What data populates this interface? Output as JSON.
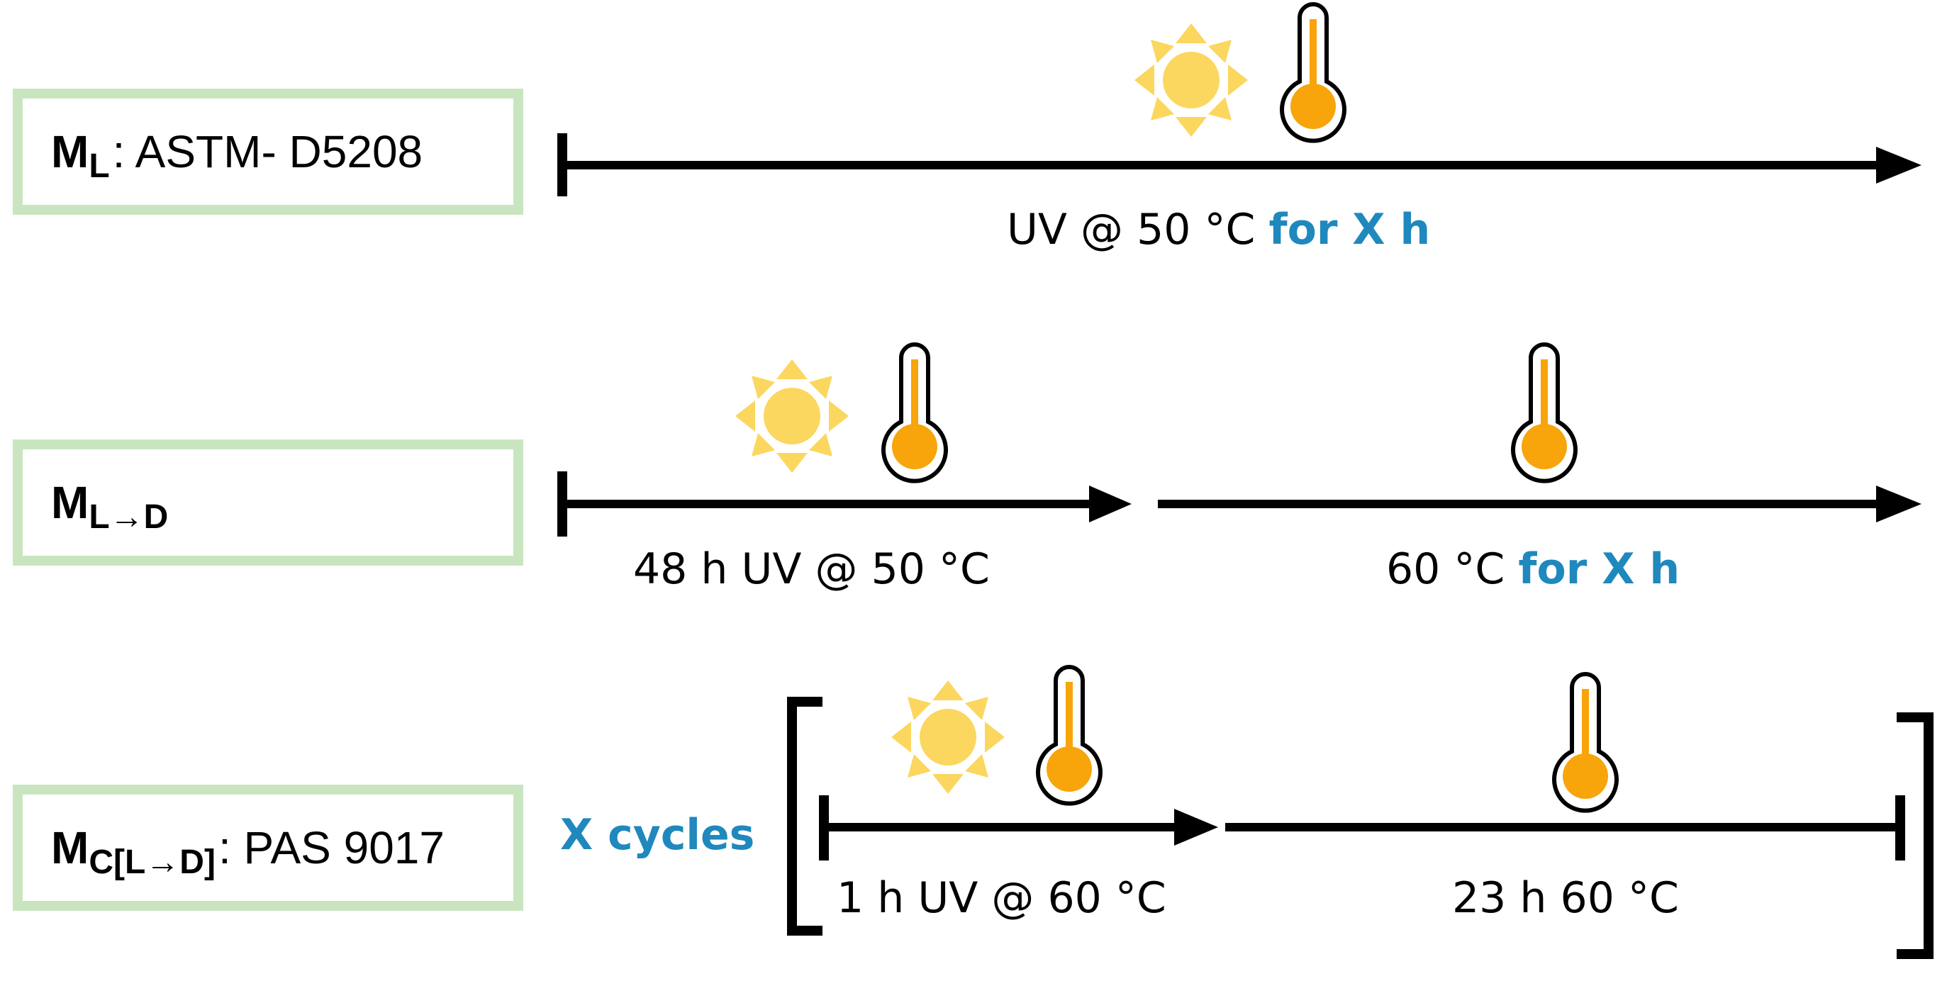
{
  "colors": {
    "box_border": "#c9e5c0",
    "line": "#000000",
    "accent": "#1f88bd",
    "sun": "#fbd75f",
    "thermo_fill": "#f7a50a"
  },
  "icons": [
    "sun-icon",
    "thermometer-icon"
  ],
  "rows": [
    {
      "method_symbol": "M",
      "method_subscript": "L",
      "method_desc": ": ASTM- D5208",
      "segments": [
        {
          "label_plain": "UV @ 50 °C ",
          "label_accent": "for X h",
          "icons": [
            "sun-icon",
            "thermometer-icon"
          ]
        }
      ]
    },
    {
      "method_symbol": "M",
      "method_subscript": "L→D",
      "method_desc": "",
      "segments": [
        {
          "label_plain": "48 h UV @ 50 °C",
          "label_accent": "",
          "icons": [
            "sun-icon",
            "thermometer-icon"
          ]
        },
        {
          "label_plain": "60 °C ",
          "label_accent": "for X h",
          "icons": [
            "thermometer-icon"
          ]
        }
      ]
    },
    {
      "method_symbol": "M",
      "method_subscript": "C[L→D]",
      "method_desc": ": PAS 9017",
      "repeat_label": "X cycles",
      "segments": [
        {
          "label_plain": "1 h UV @ 60 °C",
          "label_accent": "",
          "icons": [
            "sun-icon",
            "thermometer-icon"
          ]
        },
        {
          "label_plain": "23 h 60 °C",
          "label_accent": "",
          "icons": [
            "thermometer-icon"
          ]
        }
      ]
    }
  ]
}
